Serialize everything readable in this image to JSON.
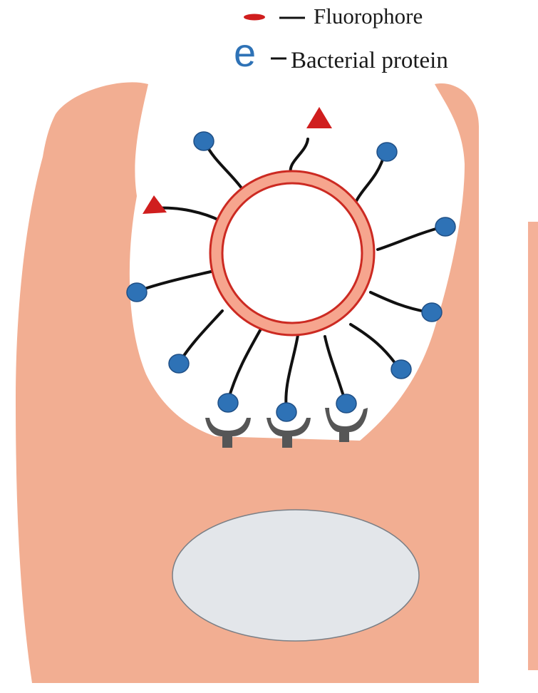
{
  "legend": {
    "fluorophore_label": "Fluorophore",
    "protein_label": "Bacterial protein",
    "protein_glyph": "e"
  },
  "colors": {
    "cell": "#f2ae92",
    "cell_panel": "#f4b198",
    "membrane_fill": "#f6a58e",
    "membrane_line": "#cc2a22",
    "fluorophore": "#d01e1e",
    "protein": "#2e72b6",
    "protein_outline": "#1f4f86",
    "receptor": "#565656",
    "nucleus_fill": "#e3e6ea",
    "nucleus_line": "#7a7f86",
    "stalk": "#111111"
  }
}
